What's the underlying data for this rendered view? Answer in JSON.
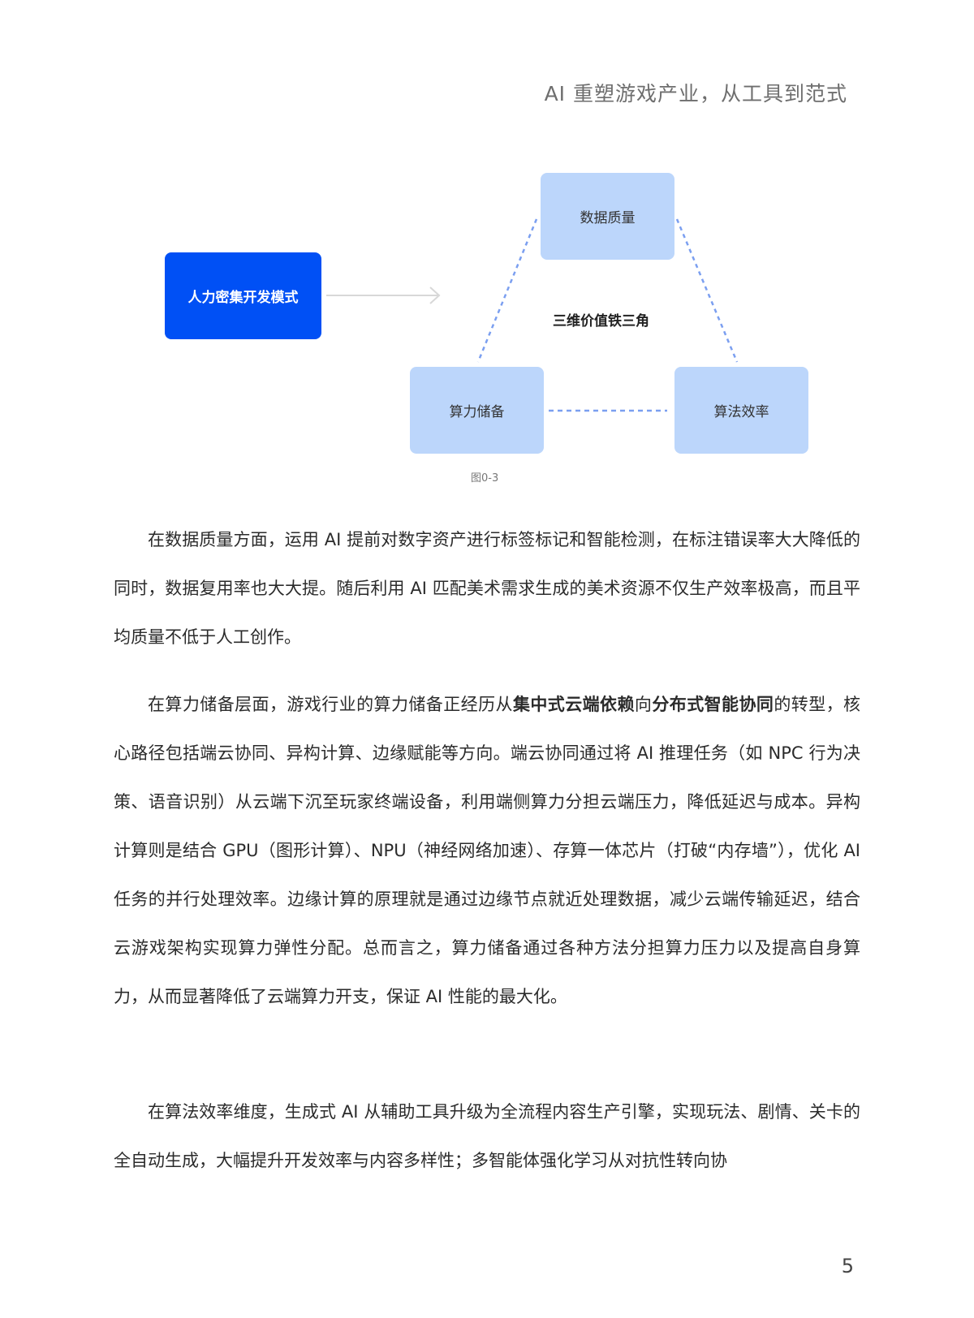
{
  "header": {
    "running_title": "AI 重塑游戏产业，从工具到范式"
  },
  "diagram": {
    "source_node": "人力密集开发模式",
    "center_label": "三维价值铁三角",
    "nodes": {
      "top": "数据质量",
      "bottom_left": "算力储备",
      "bottom_right": "算法效率"
    },
    "caption": "图0-3",
    "colors": {
      "primary": "#0050f5",
      "light": "#bcd6fb",
      "dashed_line": "#7b9ff0",
      "arrow": "#d8d8d8"
    }
  },
  "paragraphs": {
    "p1": {
      "text": "在数据质量方面，运用 AI 提前对数字资产进行标签标记和智能检测，在标注错误率大大降低的同时，数据复用率也大大提。随后利用 AI 匹配美术需求生成的美术资源不仅生产效率极高，而且平均质量不低于人工创作。"
    },
    "p2": {
      "part1": "在算力储备层面，游戏行业的算力储备正经历从",
      "bold1": "集中式云端依赖",
      "part2": "向",
      "bold2": "分布式智能协同",
      "part3": "的转型，核心路径包括端云协同、异构计算、边缘赋能等方向。端云协同通过将 AI 推理任务（如 NPC 行为决策、语音识别）从云端下沉至玩家终端设备，利用端侧算力分担云端压力，降低延迟与成本。异构计算则是结合 GPU（图形计算）、NPU（神经网络加速）、存算一体芯片（打破“内存墙”），优化 AI 任务的并行处理效率。边缘计算的原理就是通过边缘节点就近处理数据，减少云端传输延迟，结合云游戏架构实现算力弹性分配。总而言之，算力储备通过各种方法分担算力压力以及提高自身算力，从而显著降低了云端算力开支，保证 AI 性能的最大化。"
    },
    "p3": {
      "text": "在算法效率维度，生成式 AI 从辅助工具升级为全流程内容生产引擎，实现玩法、剧情、关卡的全自动生成，大幅提升开发效率与内容多样性；多智能体强化学习从对抗性转向协"
    }
  },
  "footer": {
    "page_number": "5"
  }
}
